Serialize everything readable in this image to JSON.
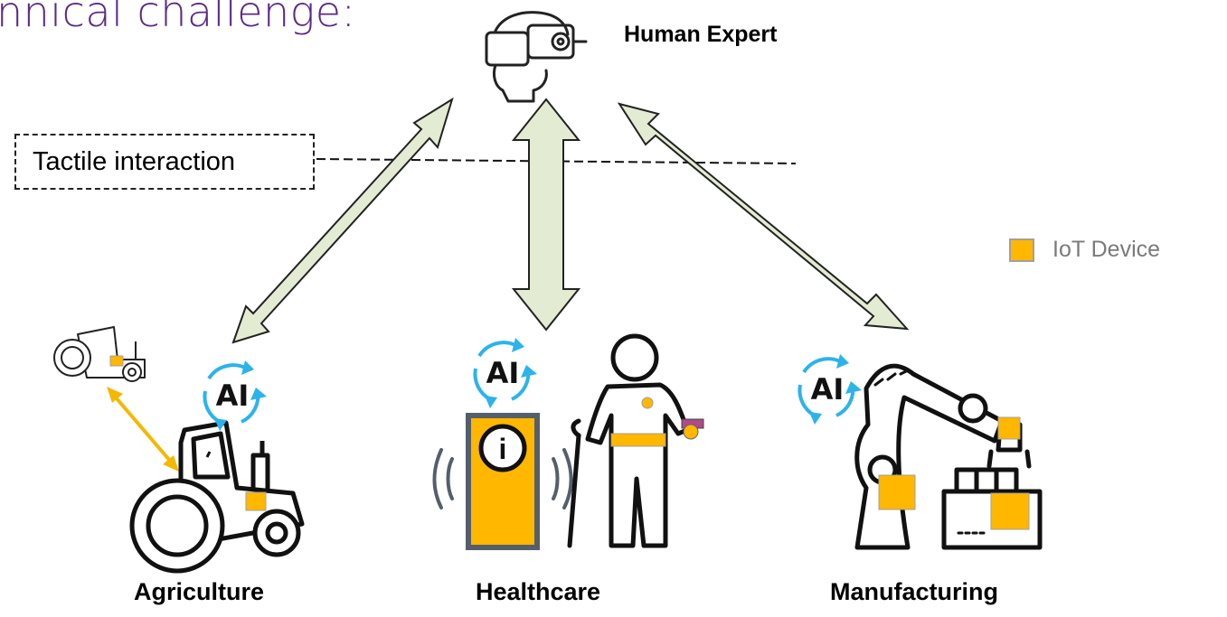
{
  "heading": "nnical challenge:",
  "expert": {
    "label": "Human Expert"
  },
  "tactile": {
    "label": "Tactile interaction"
  },
  "legend": {
    "label": "IoT Device",
    "color": "#ffb700"
  },
  "ai_badge": "AI",
  "domains": [
    {
      "label": "Agriculture"
    },
    {
      "label": "Healthcare"
    },
    {
      "label": "Manufacturing"
    }
  ],
  "colors": {
    "arrow_fill": "#e3ecd2",
    "arrow_stroke": "#222222",
    "cycle_arrow": "#2bb3ec",
    "iot": "#ffb700",
    "link_arrow": "#f5b800",
    "wave": "#555f6b"
  }
}
